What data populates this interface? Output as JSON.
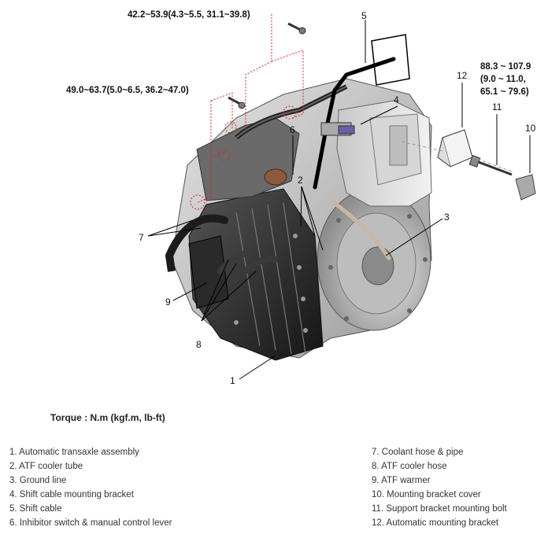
{
  "diagram": {
    "torques": {
      "top": "42.2~53.9(4.3~5.5, 31.1~39.8)",
      "middle": "49.0~63.7(5.0~6.5, 36.2~47.0)",
      "right_line1": "88.3 ~ 107.9",
      "right_line2": "(9.0 ~ 11.0,",
      "right_line3": "65.1 ~ 79.6)"
    },
    "callouts": {
      "c1": "1",
      "c2": "2",
      "c3": "3",
      "c4": "4",
      "c5": "5",
      "c6": "6",
      "c7": "7",
      "c8": "8",
      "c9": "9",
      "c10": "10",
      "c11": "11",
      "c12": "12"
    }
  },
  "torque_title": "Torque : N.m (kgf.m, lb-ft)",
  "legend_left": [
    "1. Automatic transaxle assembly",
    "2. ATF cooler tube",
    "3. Ground line",
    "4. Shift cable mounting bracket",
    "5. Shift cable",
    "6. Inhibitor switch & manual control lever"
  ],
  "legend_right": [
    "7. Coolant hose & pipe",
    "8. ATF cooler hose",
    "9. ATF warmer",
    "10. Mounting bracket cover",
    "11. Support bracket mounting bolt",
    "12. Automatic mounting bracket"
  ]
}
